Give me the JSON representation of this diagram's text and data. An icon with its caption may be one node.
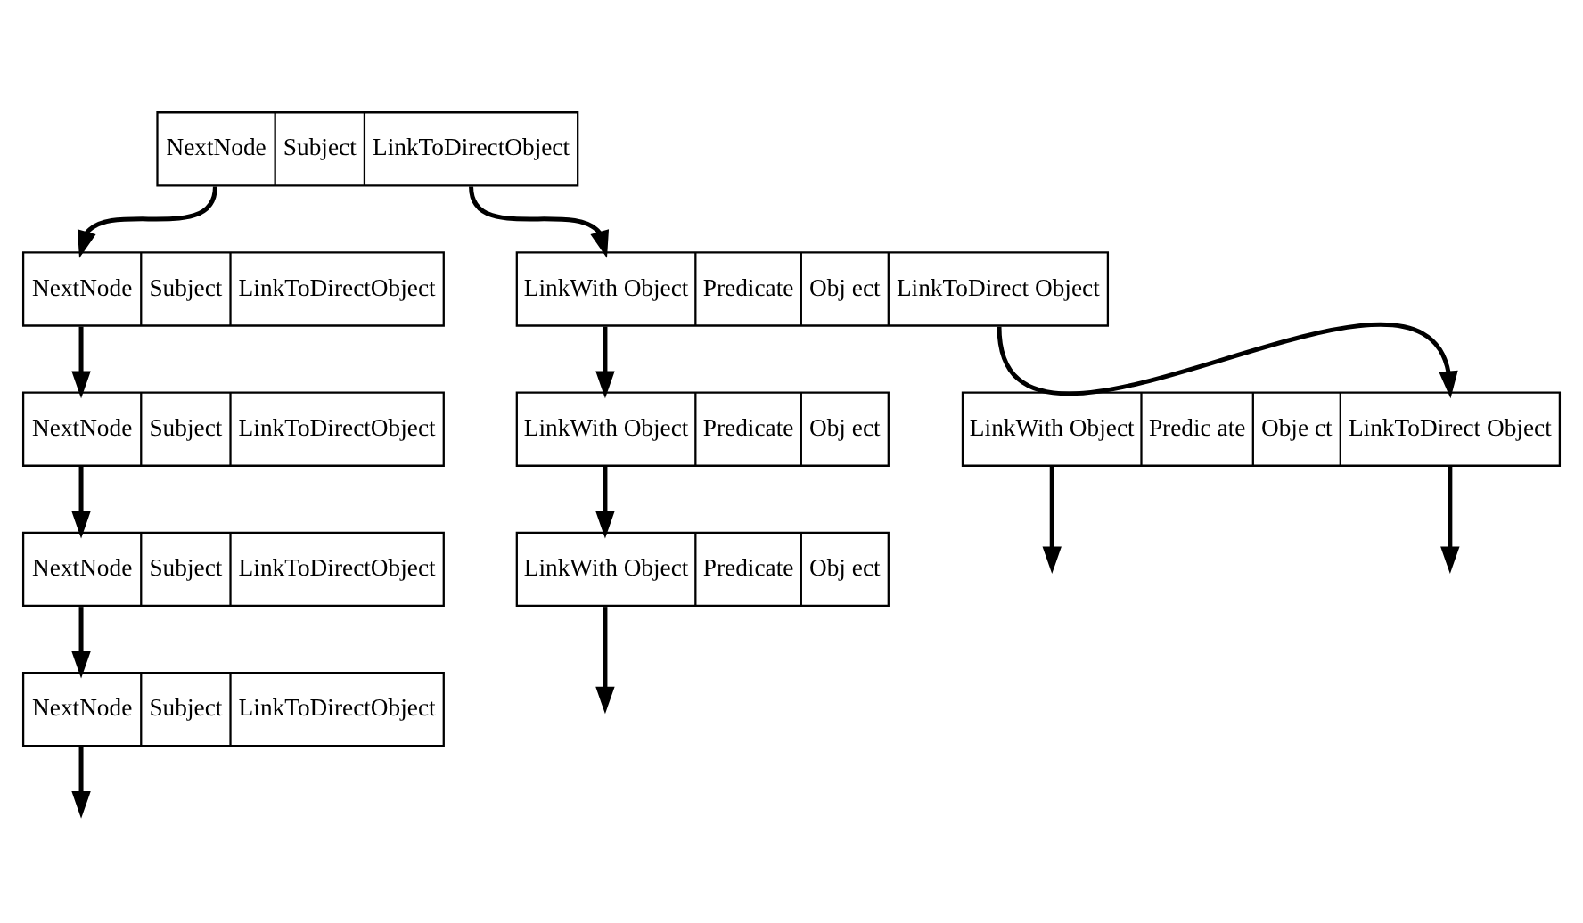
{
  "diagram": {
    "nodes": [
      {
        "text": [
          "NextNode",
          "Subject",
          "LinkToDirectObject"
        ]
      },
      {
        "text": [
          "NextNode",
          "Subject",
          "LinkToDirectObject"
        ]
      },
      {
        "text": [
          "NextNode",
          "Subject",
          "LinkToDirectObject"
        ]
      },
      {
        "text": [
          "NextNode",
          "Subject",
          "LinkToDirectObject"
        ]
      },
      {
        "text": [
          "NextNode",
          "Subject",
          "LinkToDirectObject"
        ]
      },
      {
        "text": [
          "LinkWith Object",
          "Predicate",
          "Obj ect",
          "LinkToDirect Object"
        ]
      },
      {
        "text": [
          "LinkWith Object",
          "Predic ate",
          "Obje ct",
          "LinkToDirect Object"
        ]
      },
      {
        "text": [
          "LinkWith Object",
          "Predicate",
          "Obj ect"
        ]
      },
      {
        "text": [
          "LinkWith Object",
          "Predicate",
          "Obj ect"
        ]
      }
    ],
    "edges": [
      {
        "from": 0,
        "to": 1,
        "arrow": "to"
      },
      {
        "from": 1,
        "to": 2,
        "arrow": "to"
      },
      {
        "from": 2,
        "to": 3,
        "arrow": "to"
      },
      {
        "from": 3,
        "to": 4,
        "arrow": "to"
      },
      {
        "from": 4,
        "to": null,
        "arrow": "to"
      },
      {
        "from": 0,
        "to": 5,
        "arrow": "to"
      },
      {
        "from": 5,
        "to": 6,
        "arrow": "to"
      },
      {
        "from": 5,
        "to": 7,
        "arrow": "to"
      },
      {
        "from": 6,
        "to": null,
        "arrow": "to"
      },
      {
        "from": 6,
        "to": null,
        "arrow": "to"
      },
      {
        "from": 7,
        "to": 8,
        "arrow": "to"
      },
      {
        "from": 8,
        "to": null,
        "arrow": "to"
      }
    ]
  }
}
